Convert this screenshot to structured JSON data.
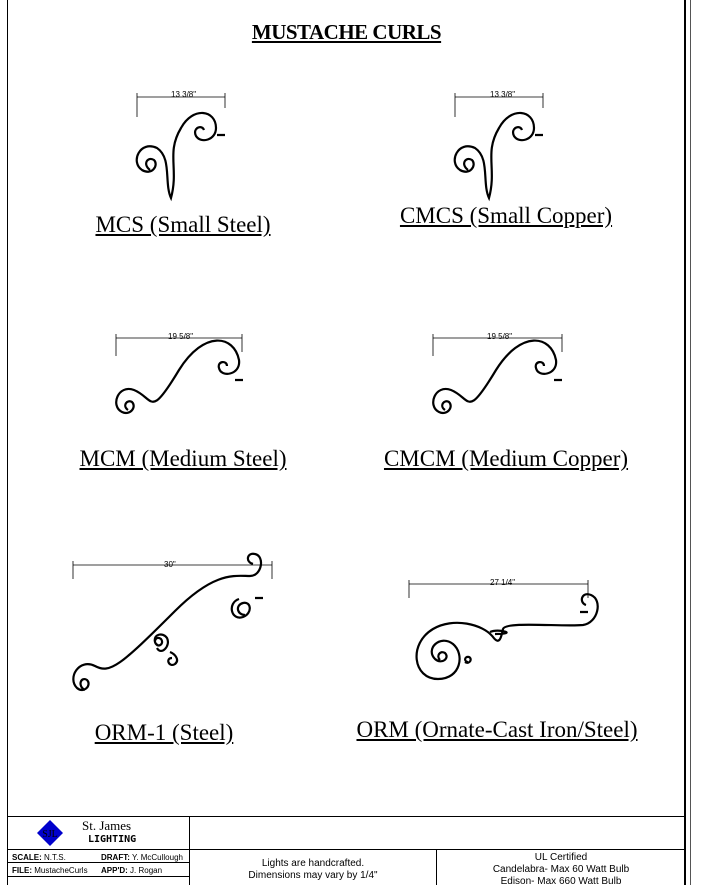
{
  "title": "MUSTACHE CURLS",
  "items": [
    {
      "label": "MCS (Small Steel)",
      "dimension": "13 3/8\""
    },
    {
      "label": "CMCS (Small Copper)",
      "dimension": "13 3/8\""
    },
    {
      "label": "MCM (Medium Steel)",
      "dimension": "19 5/8\""
    },
    {
      "label": "CMCM (Medium Copper)",
      "dimension": "19 5/8\""
    },
    {
      "label": "ORM-1 (Steel)",
      "dimension": "30\""
    },
    {
      "label": "ORM (Ornate-Cast Iron/Steel)",
      "dimension": "27 1/4\""
    }
  ],
  "titleblock": {
    "company_line1": "St. James",
    "company_line2": "LIGHTING",
    "logo_text": "SJL",
    "scale_label": "SCALE:",
    "scale": "N.T.S.",
    "draft_label": "DRAFT:",
    "draft": "Y. McCullough",
    "file_label": "FILE:",
    "file": "MustacheCurls",
    "appd_label": "APP'D:",
    "appd": "J. Rogan",
    "note1": "Lights are handcrafted.",
    "note2": "Dimensions may vary by 1/4\"",
    "ul": "UL Certified",
    "ul1": "Candelabra- Max 60 Watt Bulb",
    "ul2": "Edison- Max 660 Watt Bulb"
  },
  "colors": {
    "logo": "#0000cc",
    "dim_copper": "#c08000",
    "dim_blue": "#0070c0"
  }
}
